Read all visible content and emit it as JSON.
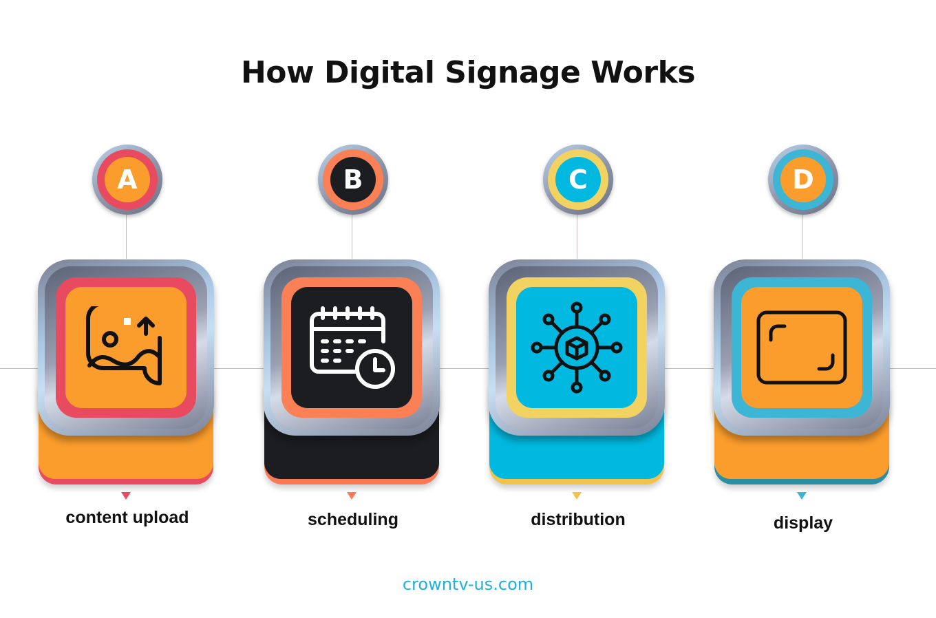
{
  "title": "How Digital Signage Works",
  "footer": "crowntv-us.com",
  "steps": [
    {
      "letter": "A",
      "label": "content upload",
      "icon": "image-upload-icon",
      "colors": {
        "ring": "#e84a5f",
        "inner": "#fb9d2c",
        "base": "#fb9d2c",
        "base_edge": "#e84a5f"
      }
    },
    {
      "letter": "B",
      "label": "scheduling",
      "icon": "calendar-clock-icon",
      "colors": {
        "ring": "#fb8055",
        "inner": "#1b1d20",
        "base": "#1b1d20",
        "base_edge": "#fb7a55"
      }
    },
    {
      "letter": "C",
      "label": "distribution",
      "icon": "network-box-icon",
      "colors": {
        "ring": "#f2d261",
        "inner": "#01b9e0",
        "base": "#01b9e0",
        "base_edge": "#f2c24b"
      }
    },
    {
      "letter": "D",
      "label": "display",
      "icon": "screen-frame-icon",
      "colors": {
        "ring": "#3cb6d4",
        "inner": "#fb9d2c",
        "base": "#fb9d2c",
        "base_edge": "#2a8fa2"
      }
    }
  ]
}
